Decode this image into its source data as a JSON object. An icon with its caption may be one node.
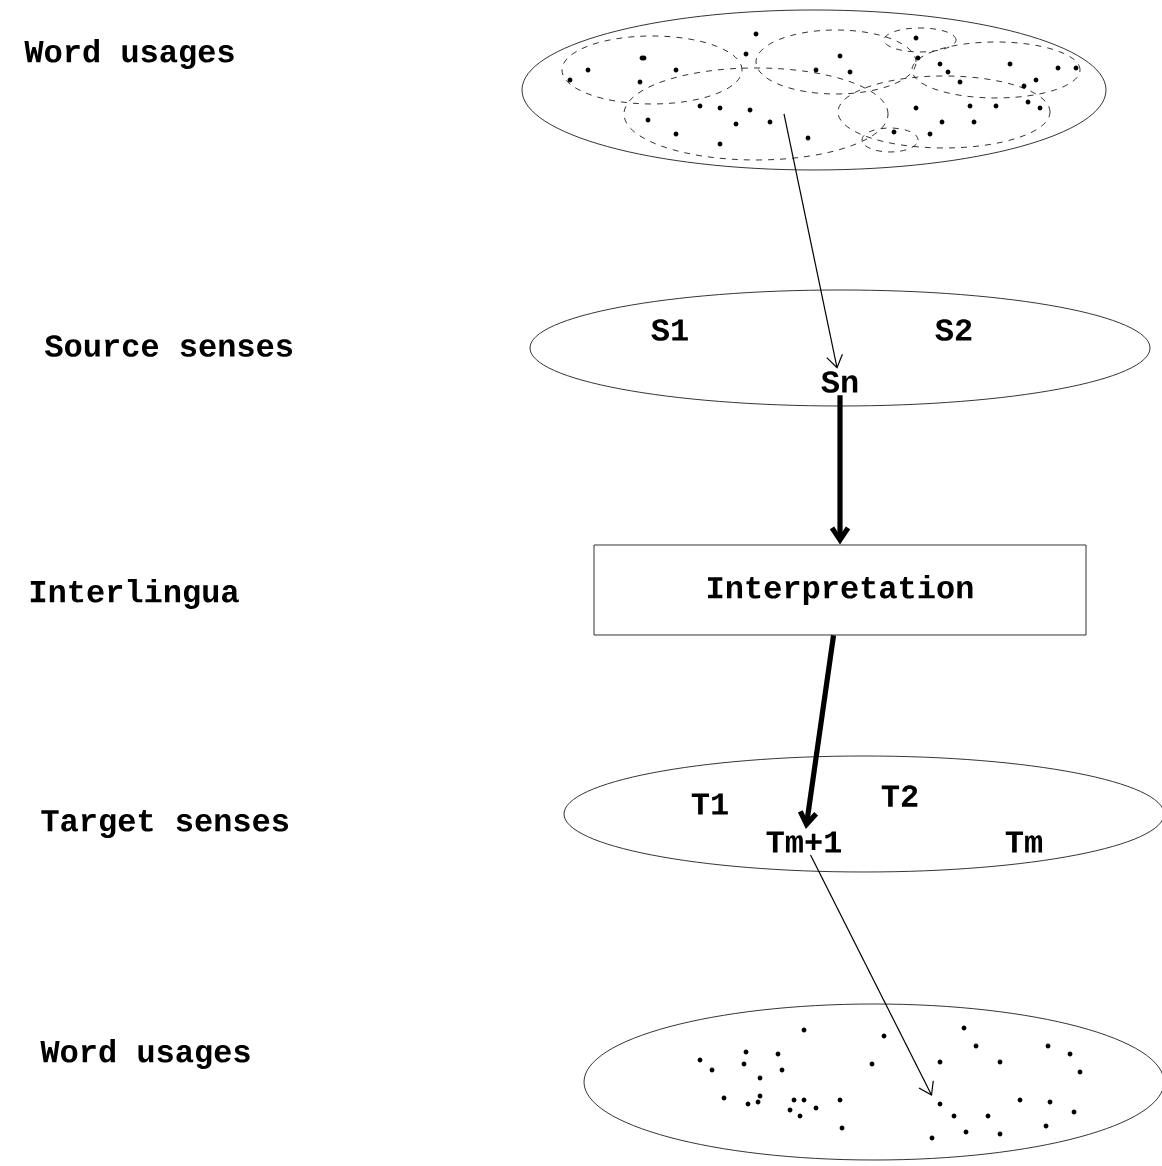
{
  "diagram": {
    "nodes": [
      {
        "text": [],
        "shape": "ellipse"
      },
      {
        "text": [],
        "shape": "ellipse"
      },
      {
        "text": [
          "S1"
        ],
        "in": 1
      },
      {
        "text": [
          "S2"
        ],
        "in": 1
      },
      {
        "text": [
          "Sn"
        ],
        "in": 1
      },
      {
        "text": [
          "Interpretation"
        ]
      },
      {
        "text": [],
        "shape": "ellipse"
      },
      {
        "text": [
          "T1"
        ],
        "in": 6
      },
      {
        "text": [
          "T2"
        ],
        "in": 6
      },
      {
        "text": [
          "Tm+1"
        ],
        "in": 6
      },
      {
        "text": [
          "Tm"
        ],
        "in": 6
      },
      {
        "text": [],
        "shape": "ellipse"
      }
    ],
    "edges": [
      {
        "from": 0,
        "to": 4,
        "arrow": "to"
      },
      {
        "from": 4,
        "to": 5,
        "arrow": "to",
        "style": "thick"
      },
      {
        "from": 5,
        "to": 9,
        "arrow": "to",
        "style": "thick"
      },
      {
        "from": 9,
        "to": 11,
        "arrow": "to"
      }
    ],
    "labels": [
      "Word usages",
      "Source senses",
      "Interlingua",
      "Target senses",
      "Word usages"
    ]
  }
}
